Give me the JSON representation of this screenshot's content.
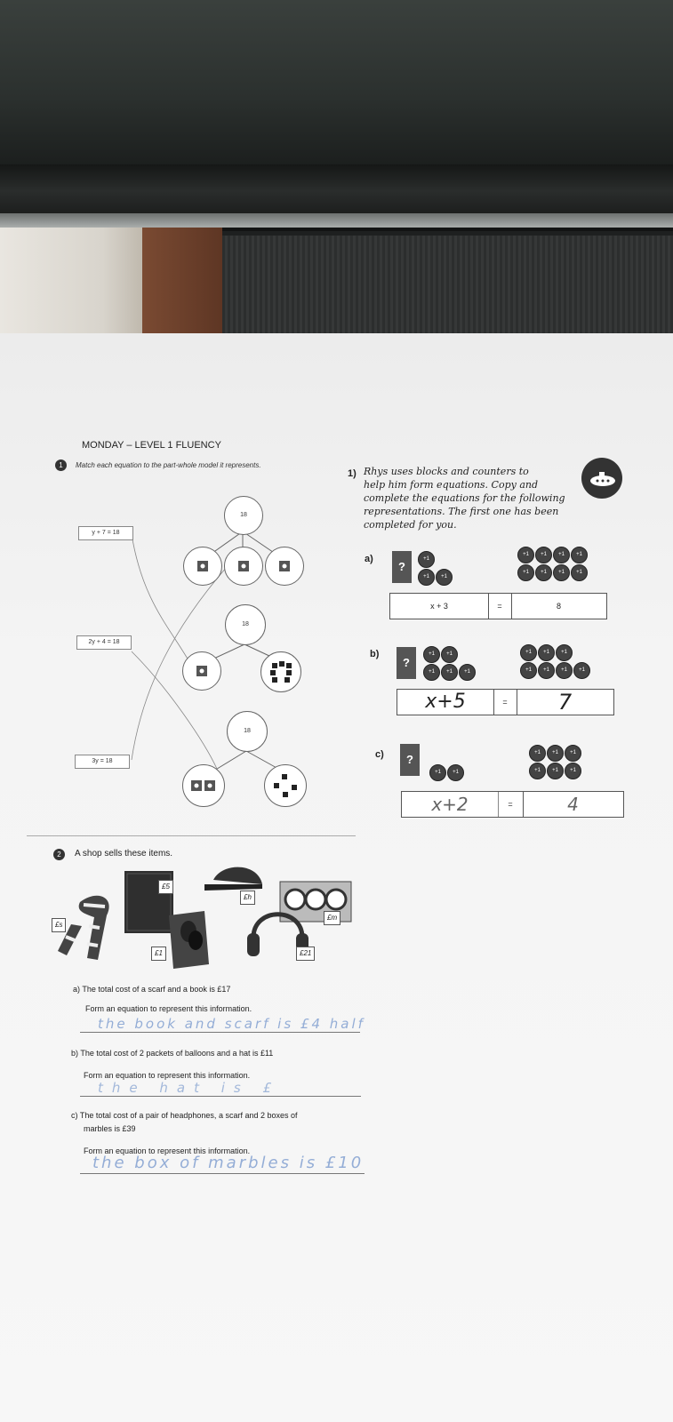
{
  "worksheet": {
    "title": "MONDAY – LEVEL 1 FLUENCY",
    "q1_number": "1",
    "q1_instruction": "Match each equation to the part-whole model it represents.",
    "equations": [
      "y + 7 = 18",
      "2y + 4 = 18",
      "3y = 18"
    ],
    "whole_value": "18",
    "q2_number": "2",
    "q2_intro": "A shop sells these items.",
    "prices": {
      "scarf": "£s",
      "book": "£5",
      "hat": "£h",
      "marbles": "£m",
      "balloons": "£1",
      "headphones": "£21"
    },
    "q2a_text": "a)  The total cost of a scarf and a book is £17",
    "q2a_prompt": "Form an equation to represent this information.",
    "q2a_answer": "the book and scarf is £4 half",
    "q2b_text": "b)  The total cost of 2 packets of balloons and a hat is £11",
    "q2b_prompt": "Form an equation to represent this information.",
    "q2b_answer": "the hat is £",
    "q2c_text": "c)  The total cost of a pair of headphones, a scarf and 2 boxes of",
    "q2c_text2": "marbles is £39",
    "q2c_prompt": "Form an equation to represent this information.",
    "q2c_answer": "the box of marbles is £10"
  },
  "rhys": {
    "heading": "1)",
    "lines": [
      "Rhys uses blocks and counters to",
      "help him form equations. Copy and",
      "complete the equations for the following",
      "representations. The first one has been",
      "completed for you."
    ],
    "block_symbol": "?",
    "counter_label": "+1",
    "equals": "=",
    "a": {
      "label": "a)",
      "left": "x + 3",
      "right": "8"
    },
    "b": {
      "label": "b)",
      "left": "x+5",
      "right": "7"
    },
    "c": {
      "label": "c)",
      "left": "x+2",
      "right": "4"
    }
  }
}
